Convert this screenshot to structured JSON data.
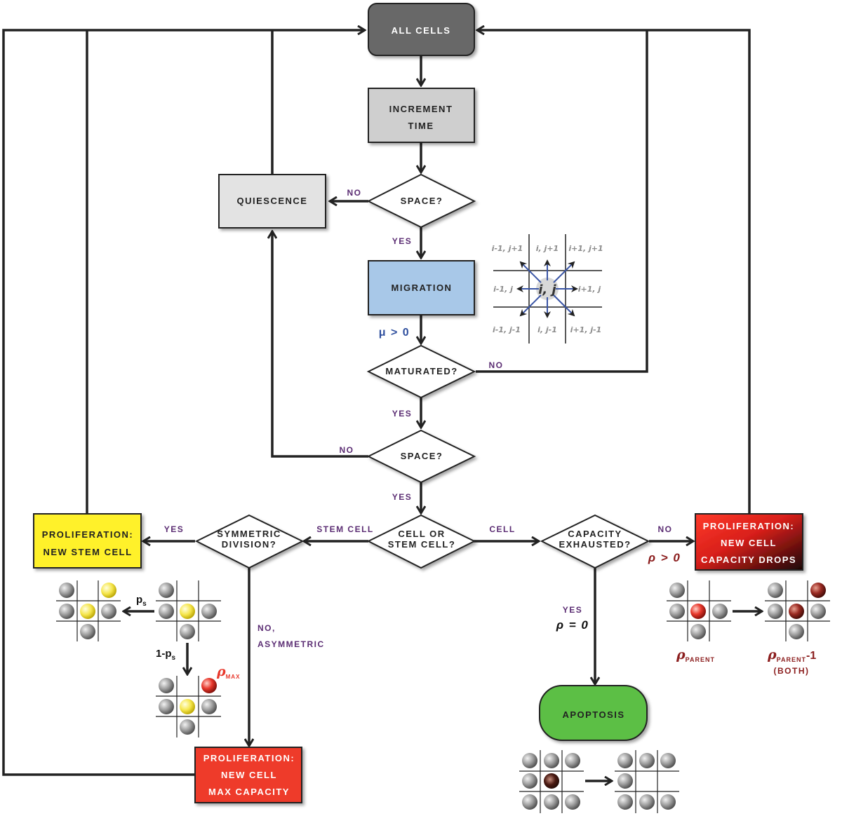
{
  "nodes": {
    "all_cells": "ALL CELLS",
    "increment_time_1": "INCREMENT",
    "increment_time_2": "TIME",
    "quiescence": "QUIESCENCE",
    "space_1": "SPACE?",
    "migration": "MIGRATION",
    "maturated": "MATURATED?",
    "space_2": "SPACE?",
    "cell_or_stem_1": "CELL OR",
    "cell_or_stem_2": "STEM CELL?",
    "symmetric_1": "SYMMETRIC",
    "symmetric_2": "DIVISION?",
    "capacity_1": "CAPACITY",
    "capacity_2": "EXHAUSTED?",
    "prolif_stem_1": "PROLIFERATION:",
    "prolif_stem_2": "NEW STEM CELL",
    "prolif_drop_1": "PROLIFERATION:",
    "prolif_drop_2": "NEW CELL",
    "prolif_drop_3": "CAPACITY DROPS",
    "prolif_max_1": "PROLIFERATION:",
    "prolif_max_2": "NEW CELL",
    "prolif_max_3": "MAX CAPACITY",
    "apoptosis": "APOPTOSIS"
  },
  "edges": {
    "no_space1": "NO",
    "yes_space1": "YES",
    "mu": "μ > 0",
    "no_maturated": "NO",
    "yes_maturated": "YES",
    "no_space2": "NO",
    "yes_space2": "YES",
    "stem_cell": "STEM CELL",
    "cell": "CELL",
    "yes_symmetric": "YES",
    "no_asym_1": "NO,",
    "no_asym_2": "ASYMMETRIC",
    "no_capacity": "NO",
    "rho_gt": "ρ > 0",
    "yes_capacity": "YES",
    "rho_eq": "ρ = 0"
  },
  "grid_labels": {
    "tl": "i-1, j+1",
    "tc": "i, j+1",
    "tr": "i+1, j+1",
    "ml": "i-1, j",
    "mc": "i, j",
    "mr": "i+1, j",
    "bl": "i-1, j-1",
    "bc": "i, j-1",
    "br": "i+1, j-1"
  },
  "annotations": {
    "ps": "p",
    "ps_sub": "s",
    "one_minus_ps": "1-p",
    "one_minus_ps_sub": "s",
    "rho_max": "ρ",
    "rho_max_sub": "MAX",
    "rho_parent": "ρ",
    "rho_parent_sub": "PARENT",
    "rho_parent_minus": "ρ",
    "rho_parent_minus_sub": "PARENT",
    "rho_parent_minus_tail": "-1",
    "both": "(BOTH)"
  },
  "colors": {
    "all_cells": "#686868",
    "increment": "#cfcfcf",
    "quiescence": "#e3e3e3",
    "migration": "#a8c8e8",
    "stem_yellow": "#fff12a",
    "red": "#ee3a2c",
    "green": "#5cbf45",
    "purple": "#5b2d73",
    "blue": "#2f4f9e",
    "dark_red": "#8b1d1d"
  }
}
